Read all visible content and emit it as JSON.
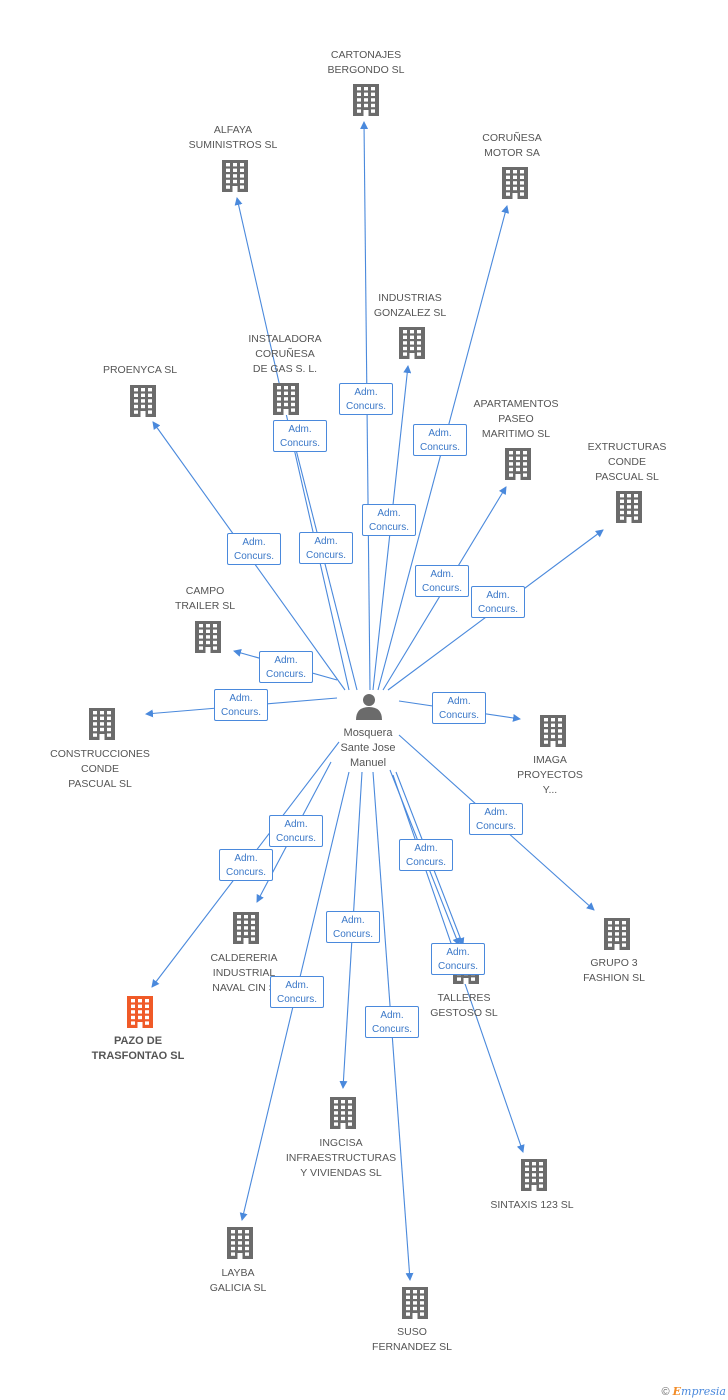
{
  "center": {
    "name": "Mosquera\nSante Jose\nManuel",
    "icon": "person-icon"
  },
  "edge_label": "Adm.\nConcurs.",
  "colors": {
    "edge": "#4a89dc",
    "building": "#6b6b6b",
    "highlight": "#f05a28",
    "text": "#555555"
  },
  "companies": [
    {
      "id": "cartonajes",
      "name": "CARTONAJES\nBERGONDO SL"
    },
    {
      "id": "alfaya",
      "name": "ALFAYA\nSUMINISTROS SL"
    },
    {
      "id": "corunesa-motor",
      "name": "CORUÑESA\nMOTOR SA"
    },
    {
      "id": "industrias-gonzalez",
      "name": "INDUSTRIAS\nGONZALEZ SL"
    },
    {
      "id": "instaladora",
      "name": "INSTALADORA\nCORUÑESA\nDE GAS S. L."
    },
    {
      "id": "proenyca",
      "name": "PROENYCA SL"
    },
    {
      "id": "apartamentos",
      "name": "APARTAMENTOS\nPASEO\nMARITIMO SL"
    },
    {
      "id": "extructuras",
      "name": "EXTRUCTURAS\nCONDE\nPASCUAL SL"
    },
    {
      "id": "campo-trailer",
      "name": "CAMPO\nTRAILER SL"
    },
    {
      "id": "construcciones",
      "name": "CONSTRUCCIONES\nCONDE\nPASCUAL SL"
    },
    {
      "id": "imaga",
      "name": "IMAGA\nPROYECTOS\nY..."
    },
    {
      "id": "grupo3",
      "name": "GRUPO 3\nFASHION SL"
    },
    {
      "id": "caldereria",
      "name": "CALDERERIA\nINDUSTRIAL\nNAVAL CIN S"
    },
    {
      "id": "pazo",
      "name": "PAZO DE\nTRASFONTAO SL",
      "highlight": true
    },
    {
      "id": "talleres",
      "name": "TALLERES\nGESTOSO SL"
    },
    {
      "id": "ingcisa",
      "name": "INGCISA\nINFRAESTRUCTURAS\nY VIVIENDAS SL"
    },
    {
      "id": "sintaxis",
      "name": "SINTAXIS 123 SL"
    },
    {
      "id": "layba",
      "name": "LAYBA\nGALICIA SL"
    },
    {
      "id": "suso",
      "name": "SUSO\nFERNANDEZ SL"
    }
  ],
  "footer": {
    "copyright": "©",
    "brand_e": "E",
    "brand_rest": "mpresia"
  }
}
